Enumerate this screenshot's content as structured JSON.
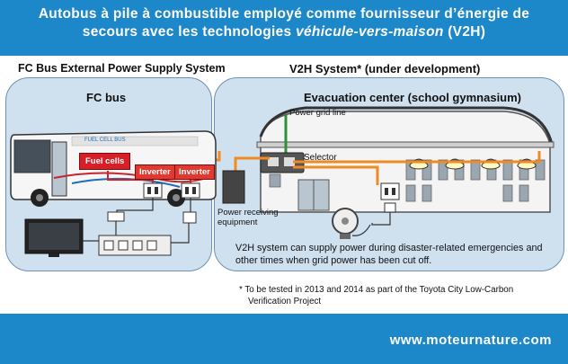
{
  "title": {
    "line1": "Autobus à pile à combustible employé comme fournisseur d’énergie de",
    "line2_prefix": "secours avec les technologies ",
    "line2_italic": "véhicule-vers-maison",
    "line2_suffix": " (V2H)"
  },
  "left_system": {
    "label": "FC Bus External Power Supply System",
    "panel_title": "FC bus",
    "fuel_cells": "Fuel cells",
    "inverter1": "Inverter",
    "inverter2": "Inverter",
    "bus_sign": "FUEL CELL BUS"
  },
  "right_system": {
    "label": "V2H System* (under development)",
    "panel_title": "Evacuation center (school gymnasium)",
    "power_grid_line": "Power grid line",
    "selector": "Selector",
    "receiving_line1": "Power receiving",
    "receiving_line2": "equipment",
    "description": "V2H system can supply power during disaster-related emergencies and other times when grid power has been cut off."
  },
  "footnote": {
    "line1": "* To be tested in 2013 and 2014 as part of the Toyota City Low-Carbon",
    "line2": "Verification Project"
  },
  "credit": "www.moteurnature.com",
  "colors": {
    "band": "#1c87c9",
    "panel": "#cfe0ef",
    "cable": "#f08a24",
    "grid_line": "#2f8f3a",
    "fuel_box": "#d61f26",
    "inverter_box": "#e03a30"
  }
}
